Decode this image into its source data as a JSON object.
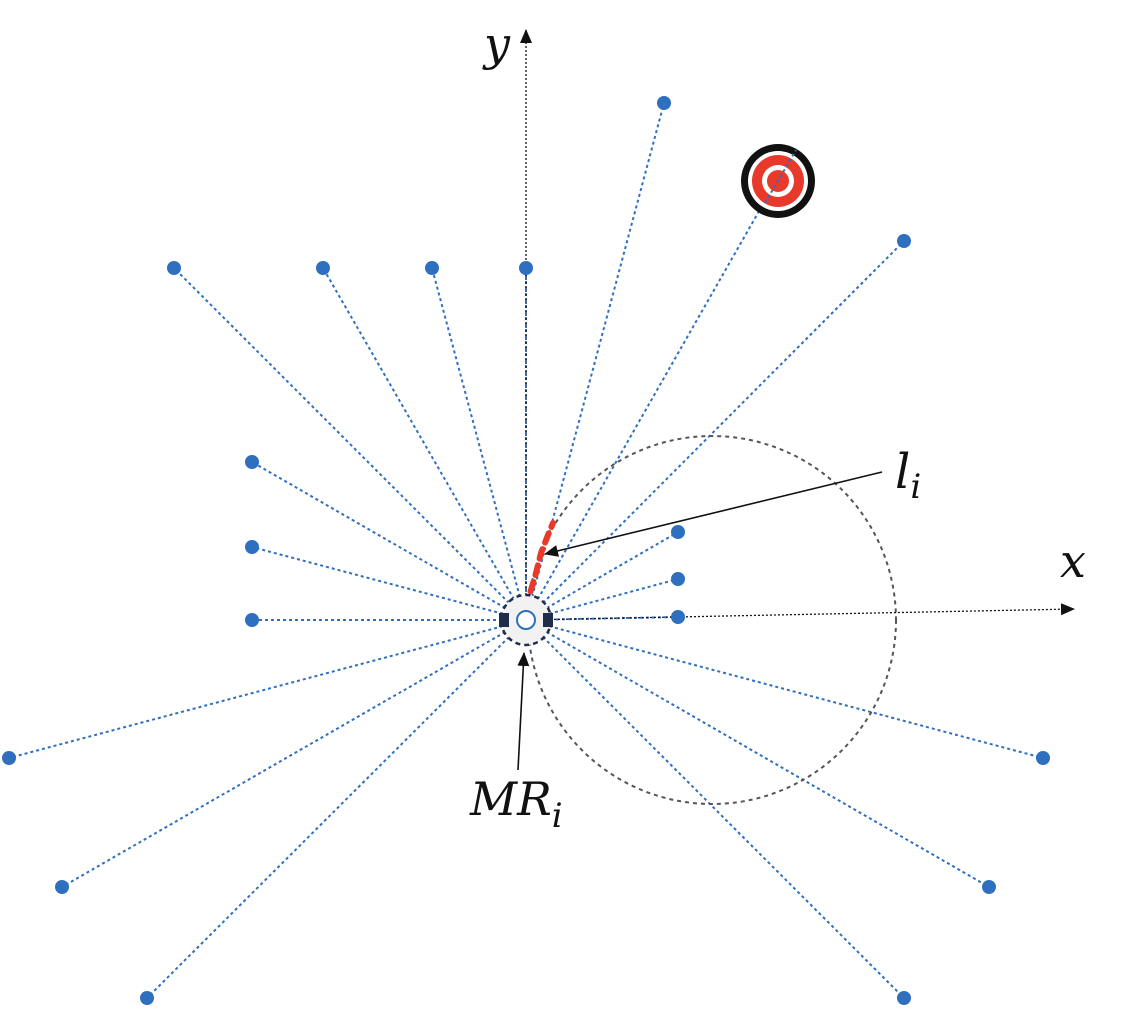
{
  "labels": {
    "x_axis": "x",
    "y_axis": "y",
    "line_main": "l",
    "line_sub": "i",
    "robot_main": "MR",
    "robot_sub": "i"
  },
  "colors": {
    "ray": "#2f6fbf",
    "node": "#2f6fbf",
    "axis": "#111111",
    "circle": "#555555",
    "path": "#e8392a",
    "target_ring": "#111111",
    "target_fill": "#e8392a",
    "robot": "#1f2d4a"
  }
}
